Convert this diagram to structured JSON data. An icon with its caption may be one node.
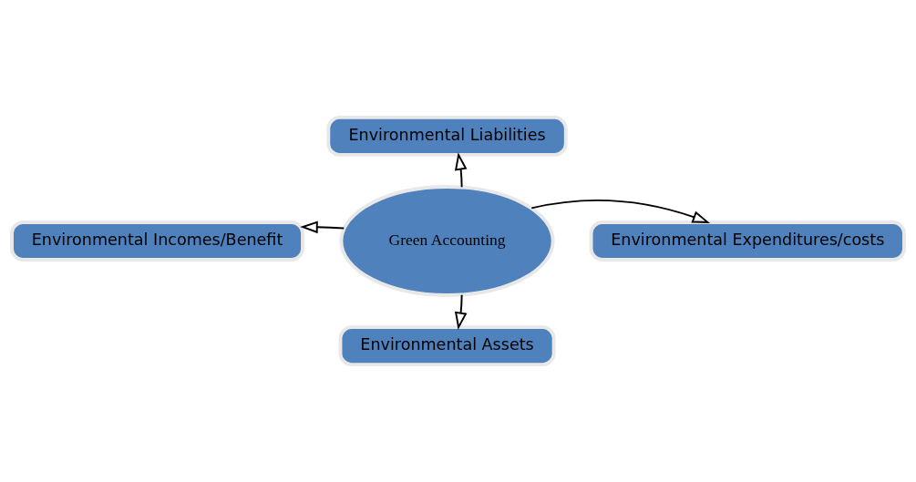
{
  "diagram": {
    "nodes": [
      {
        "text": [
          "Green Accounting"
        ]
      },
      {
        "text": [
          "Environmental Liabilities"
        ]
      },
      {
        "text": [
          "Environmental Incomes/Benefit"
        ]
      },
      {
        "text": [
          "Environmental Expenditures/costs"
        ]
      },
      {
        "text": [
          "Environmental Assets"
        ]
      }
    ],
    "edges": [
      {
        "from": 0,
        "to": 1,
        "arrow": "to"
      },
      {
        "from": 0,
        "to": 2,
        "arrow": "to"
      },
      {
        "from": 0,
        "to": 3,
        "arrow": "to"
      },
      {
        "from": 0,
        "to": 4,
        "arrow": "to"
      }
    ]
  }
}
